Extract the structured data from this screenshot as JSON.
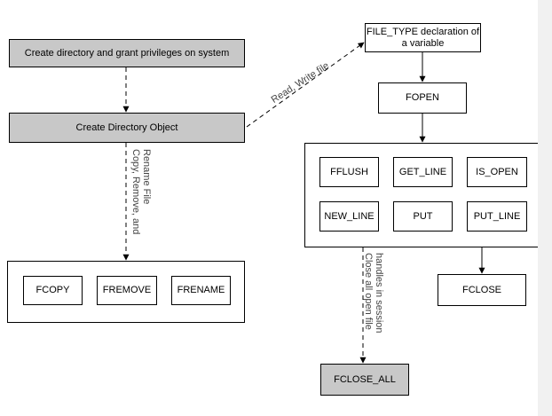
{
  "nodes": {
    "create_dir_grant": "Create directory and grant privileges on system",
    "create_dir_object": "Create Directory Object",
    "file_type_decl": "FILE_TYPE declaration of a variable",
    "fopen": "FOPEN",
    "fflush": "FFLUSH",
    "get_line": "GET_LINE",
    "is_open": "IS_OPEN",
    "new_line": "NEW_LINE",
    "put": "PUT",
    "put_line": "PUT_LINE",
    "fclose": "FCLOSE",
    "fcopy": "FCOPY",
    "fremove": "FREMOVE",
    "frename": "FRENAME",
    "fclose_all": "FCLOSE_ALL"
  },
  "edge_labels": {
    "read_write": "Read, Write file",
    "copy_remove_rename_1": "Copy, Remove, and",
    "copy_remove_rename_2": "Rename File",
    "close_all_1": "Close all open file",
    "close_all_2": "handles in session"
  },
  "colors": {
    "gray_fill": "#c8c8c8",
    "line": "#000000"
  }
}
